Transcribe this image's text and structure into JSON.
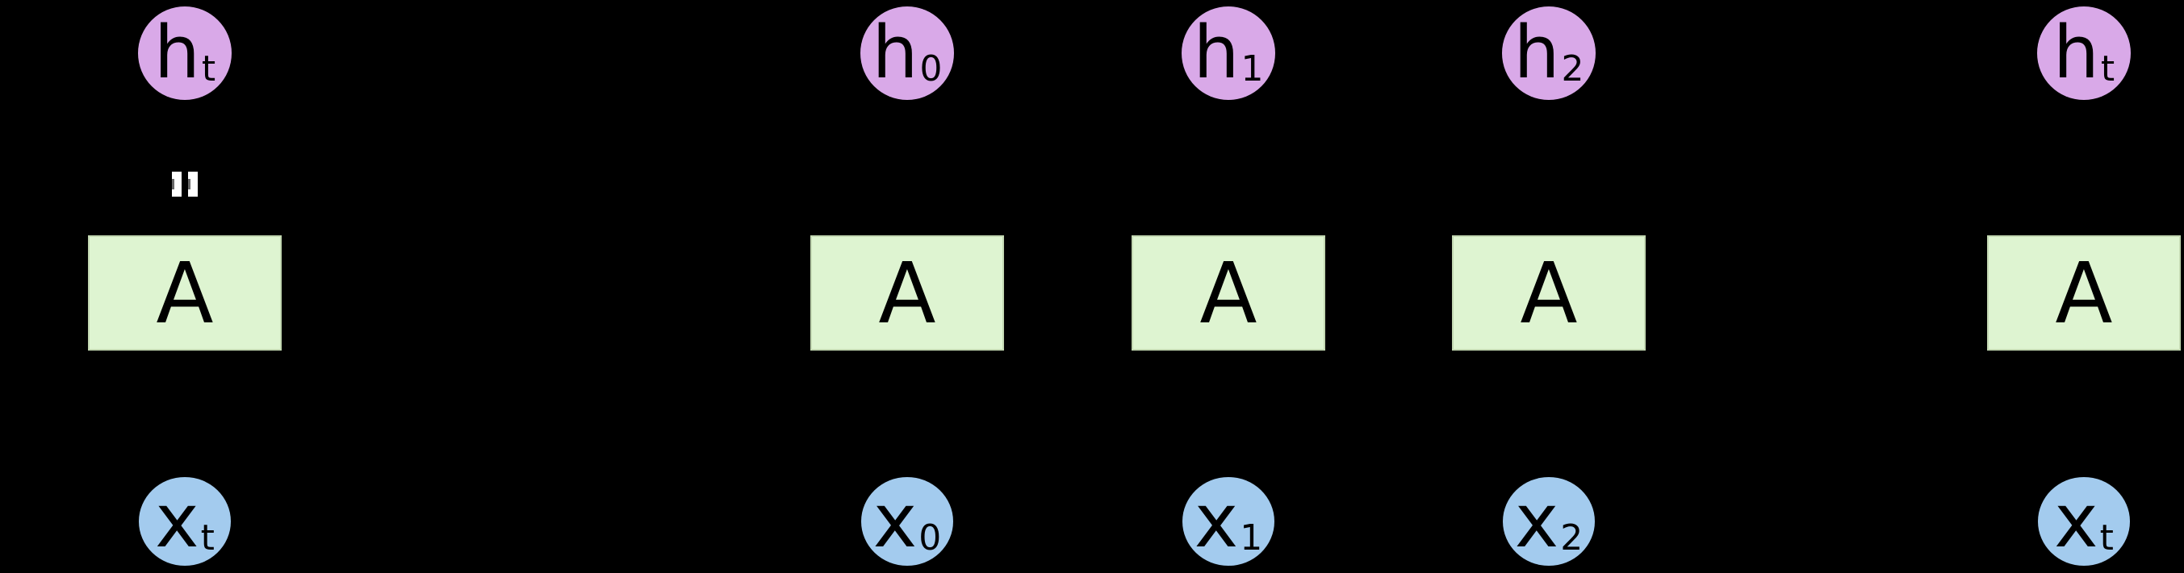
{
  "colors": {
    "background": "#000000",
    "hidden_fill": "#d9a9e8",
    "input_fill": "#a3cbee",
    "cell_fill": "#def4d1",
    "cell_border": "#c3d8b2",
    "text": "#000000",
    "equals": "#ffffff"
  },
  "diagram": {
    "title": "recurrent-neural-network-unrolled",
    "equals_icon": "rotated-equals-white",
    "columns": [
      {
        "role": "recurrent-cell",
        "hidden": {
          "base": "h",
          "sub": "t"
        },
        "cell": "A",
        "input": {
          "base": "x",
          "sub": "t"
        }
      },
      {
        "role": "unrolled-step-0",
        "hidden": {
          "base": "h",
          "sub": "0"
        },
        "cell": "A",
        "input": {
          "base": "x",
          "sub": "0"
        }
      },
      {
        "role": "unrolled-step-1",
        "hidden": {
          "base": "h",
          "sub": "1"
        },
        "cell": "A",
        "input": {
          "base": "x",
          "sub": "1"
        }
      },
      {
        "role": "unrolled-step-2",
        "hidden": {
          "base": "h",
          "sub": "2"
        },
        "cell": "A",
        "input": {
          "base": "x",
          "sub": "2"
        }
      },
      {
        "role": "unrolled-step-t",
        "hidden": {
          "base": "h",
          "sub": "t"
        },
        "cell": "A",
        "input": {
          "base": "x",
          "sub": "t"
        }
      }
    ]
  }
}
